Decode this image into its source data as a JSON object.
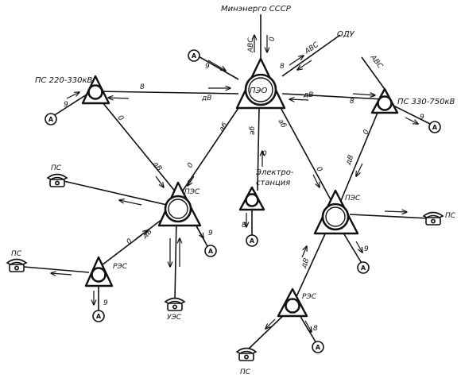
{
  "labels": {
    "top": "Минэнерго СССР",
    "odu": "ОДУ",
    "ps_left": "ПС 220-330кВ",
    "ps_right": "ПС 330-750кВ",
    "ped": "ПЭО",
    "pes_left": "ПЭС",
    "pes_right": "ПЭС",
    "res_left": "РЭС",
    "res_right": "РЭС",
    "elektro_1": "Электро-",
    "elektro_2": "станция",
    "ues": "УЭС",
    "ps_phone_a": "ПС",
    "ps_phone_b": "ПС",
    "ps_phone_c": "ПС",
    "ps_phone_d": "ПС"
  },
  "channels": {
    "abc_top": "АВС",
    "abc_mid": "АВС",
    "abc_right": "АВС",
    "o_top": "0",
    "b_top": "8",
    "nine_a": "9",
    "b_ps_left": "8",
    "dv_ps_left": "дВ",
    "dv_ps_right": "дВ",
    "b_ps_right": "8",
    "nine_ps_left": "9",
    "nine_ps_right": "9",
    "o_ps_left": "0",
    "dv_diag_left": "дВ",
    "o_ped_left": "0",
    "ab_ped_left": "аб",
    "ab_ped_center": "аб",
    "ab_ped_right": "аб",
    "o_elek": "0",
    "b_elek": "8",
    "o_pes_right": "0",
    "o_ps_right_diag": "0",
    "dv_ps_right_diag": "дВ",
    "o_pes_left_res": "0",
    "dv_pes_left_res": "дВ",
    "nine_pes_left": "9",
    "nine_res_left": "9",
    "nine_pes_right": "9",
    "dv_res_right": "дВ",
    "b_res_right": "8"
  },
  "marks": {
    "a": "A"
  },
  "icons": [
    "telephone-icon",
    "subscriber-circle-icon",
    "substation-triangle-icon"
  ]
}
